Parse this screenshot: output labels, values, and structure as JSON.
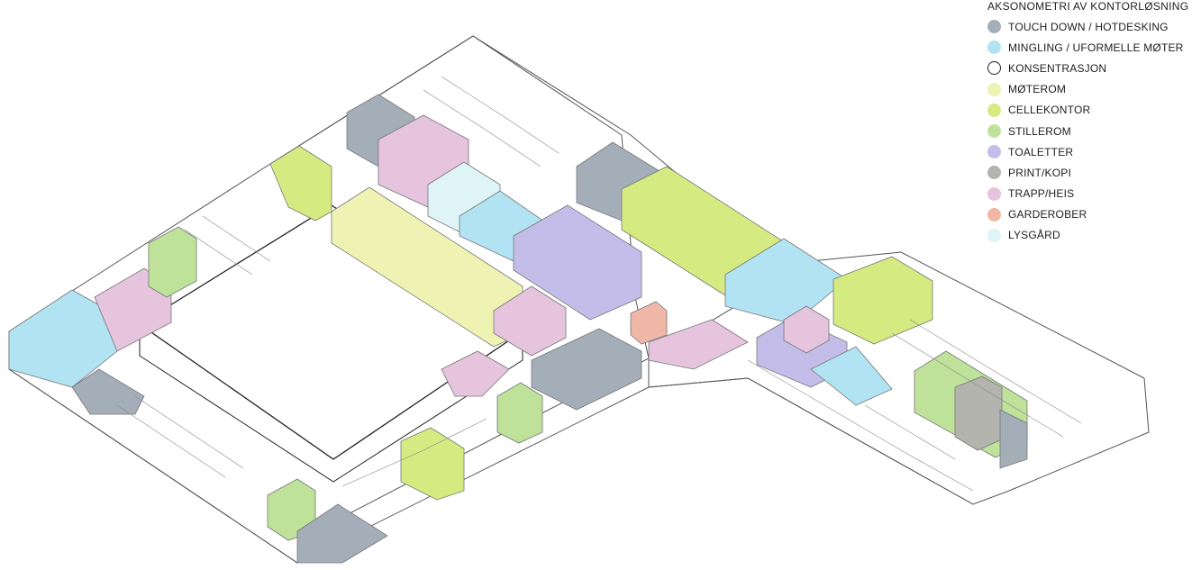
{
  "legend": {
    "title": "AKSONOMETRI AV KONTORLØSNING",
    "items": [
      {
        "key": "touchdown",
        "label": "TOUCH DOWN / HOTDESKING",
        "color": "#a3aeb9",
        "outline": false
      },
      {
        "key": "mingling",
        "label": "MINGLING / UFORMELLE MØTER",
        "color": "#b2e3f3",
        "outline": false
      },
      {
        "key": "konsentrasjon",
        "label": "KONSENTRASJON",
        "color": "#ffffff",
        "outline": true
      },
      {
        "key": "moterom",
        "label": "MØTEROM",
        "color": "#eef3b3",
        "outline": false
      },
      {
        "key": "cellekontor",
        "label": "CELLEKONTOR",
        "color": "#d6ea82",
        "outline": false
      },
      {
        "key": "stillerom",
        "label": "STILLEROM",
        "color": "#bfe29a",
        "outline": false
      },
      {
        "key": "toaletter",
        "label": "TOALETTER",
        "color": "#c5bde9",
        "outline": false
      },
      {
        "key": "print",
        "label": "PRINT/KOPI",
        "color": "#b4b4ae",
        "outline": false
      },
      {
        "key": "trapp",
        "label": "TRAPP/HEIS",
        "color": "#e6c4de",
        "outline": false
      },
      {
        "key": "garderober",
        "label": "GARDEROBER",
        "color": "#efb7a5",
        "outline": false
      },
      {
        "key": "lysgard",
        "label": "LYSGÅRD",
        "color": "#dff4f7",
        "outline": false
      }
    ]
  }
}
